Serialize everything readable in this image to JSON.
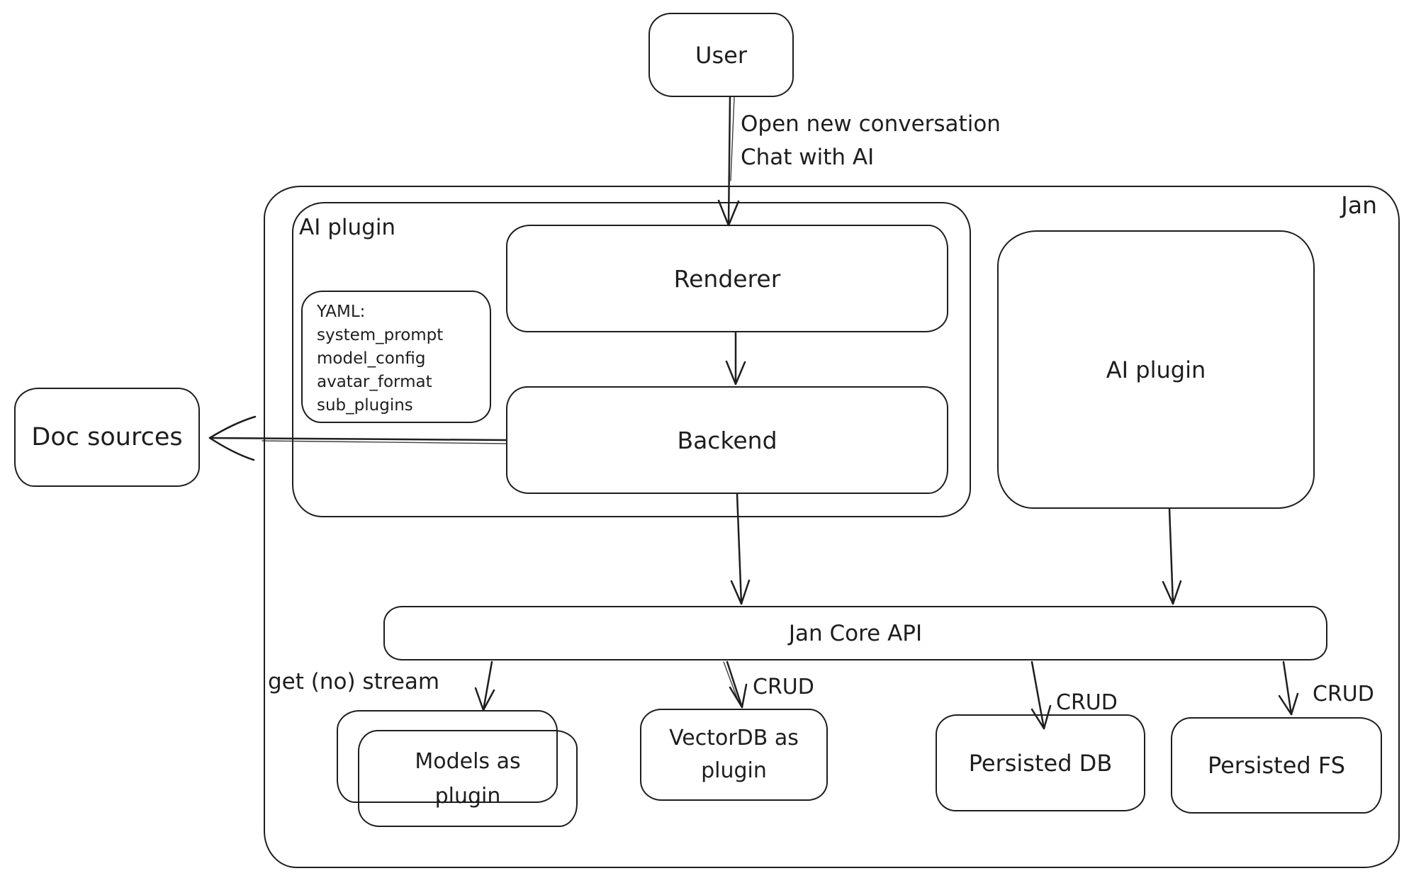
{
  "diagram_title": "Jan architecture diagram",
  "nodes": {
    "user": {
      "label": "User"
    },
    "jan_container": {
      "label": "Jan"
    },
    "ai_plugin_group": {
      "label": "AI plugin"
    },
    "renderer": {
      "label": "Renderer"
    },
    "yaml_note": {
      "label": "YAML:\nsystem_prompt\nmodel_config\navatar_format\nsub_plugins"
    },
    "backend": {
      "label": "Backend"
    },
    "ai_plugin_right": {
      "label": "AI plugin"
    },
    "doc_sources": {
      "label": "Doc sources"
    },
    "jan_core_api": {
      "label": "Jan Core API"
    },
    "models_plugin": {
      "label": "Models as\nplugin"
    },
    "vectordb_plugin": {
      "label": "VectorDB as\nplugin"
    },
    "persisted_db": {
      "label": "Persisted DB"
    },
    "persisted_fs": {
      "label": "Persisted FS"
    }
  },
  "edges": {
    "user_to_renderer": {
      "label": "Open new conversation\nChat with AI"
    },
    "api_to_models": {
      "label": "get (no) stream"
    },
    "api_to_vectordb": {
      "label": "CRUD"
    },
    "api_to_persisted_db": {
      "label": "CRUD"
    },
    "api_to_persisted_fs": {
      "label": "CRUD"
    }
  },
  "colors": {
    "stroke": "#1e1e1e",
    "background": "#ffffff"
  }
}
